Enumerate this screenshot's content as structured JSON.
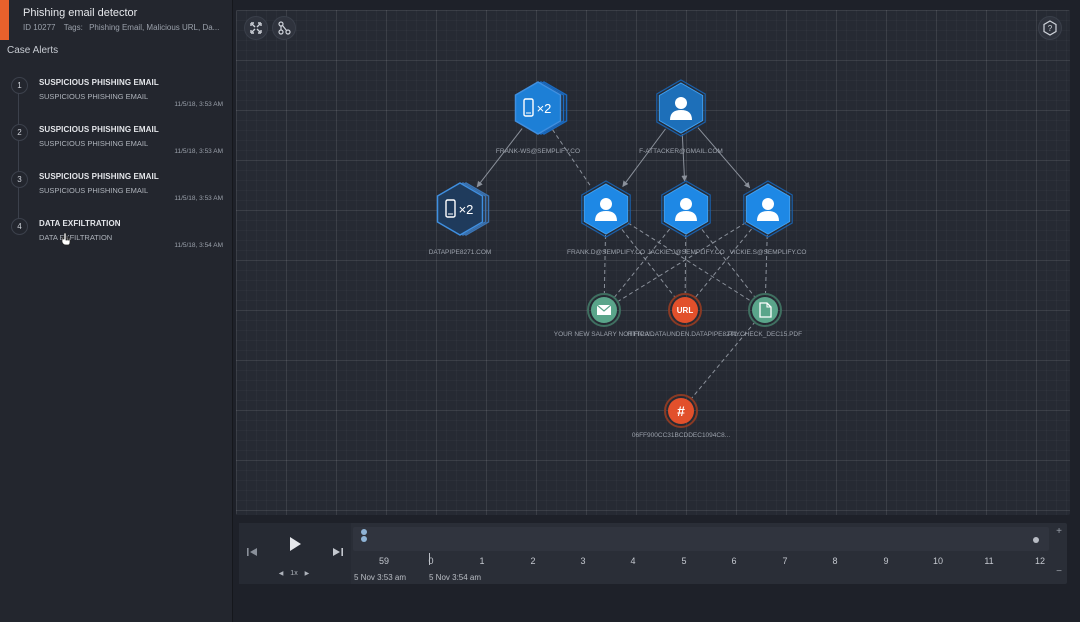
{
  "case": {
    "title": "Phishing email detector",
    "id": "ID 10277",
    "tags_label": "Tags:",
    "tags": "Phishing Email, Malicious URL, Da..."
  },
  "alerts_header": "Case Alerts",
  "alerts": [
    {
      "num": "1",
      "title": "SUSPICIOUS PHISHING EMAIL",
      "subtitle": "SUSPICIOUS PHISHING EMAIL",
      "time": "11/5/18, 3:53 AM"
    },
    {
      "num": "2",
      "title": "SUSPICIOUS PHISHING EMAIL",
      "subtitle": "SUSPICIOUS PHISHING EMAIL",
      "time": "11/5/18, 3:53 AM"
    },
    {
      "num": "3",
      "title": "SUSPICIOUS PHISHING EMAIL",
      "subtitle": "SUSPICIOUS PHISHING EMAIL",
      "time": "11/5/18, 3:53 AM"
    },
    {
      "num": "4",
      "title": "DATA EXFILTRATION",
      "subtitle": "DATA EXFILTRATION",
      "time": "11/5/18, 3:54 AM"
    }
  ],
  "graph": {
    "nodes": [
      {
        "id": "frank-ws",
        "kind": "device-group",
        "count": "×2",
        "label": "FRANK-WS@SEMPLIFY.CO",
        "color": "#1d7fd6"
      },
      {
        "id": "attacker",
        "kind": "user",
        "label": "F-ATTACKER@GMAIL.COM",
        "color": "#1d6fb9"
      },
      {
        "id": "datapipe",
        "kind": "device-group",
        "count": "×2",
        "label": "DATAPIPE8271.COM",
        "color": "#1f3b5c"
      },
      {
        "id": "frank",
        "kind": "user",
        "label": "FRANK.D@SEMPLIFY.CO",
        "color": "#1e88e5"
      },
      {
        "id": "jackie",
        "kind": "user",
        "label": "JACKIE.J@SEMPLIFY.CO",
        "color": "#1e88e5"
      },
      {
        "id": "vickie",
        "kind": "user",
        "label": "VICKIE.S@SEMPLIFY.CO",
        "color": "#1e88e5"
      },
      {
        "id": "email",
        "kind": "email",
        "label": "YOUR NEW SALARY NOTIFICA...",
        "color": "#5aa58a"
      },
      {
        "id": "url",
        "kind": "url",
        "label": "HTTP://DATAUNDEN.DATAPIPE8271...",
        "text": "URL",
        "color": "#e2502b"
      },
      {
        "id": "file",
        "kind": "file",
        "label": "PAYCHECK_DEC15.PDF",
        "color": "#5aa58a"
      },
      {
        "id": "hash",
        "kind": "hash",
        "label": "06FF900CC31BCDDEC1094C8...",
        "text": "#",
        "color": "#e2502b"
      }
    ],
    "edges": [
      {
        "from": "frank-ws",
        "to": "datapipe",
        "style": "solid"
      },
      {
        "from": "attacker",
        "to": "frank",
        "style": "solid"
      },
      {
        "from": "attacker",
        "to": "jackie",
        "style": "solid"
      },
      {
        "from": "attacker",
        "to": "vickie",
        "style": "solid"
      },
      {
        "from": "frank-ws",
        "to": "frank",
        "style": "dashed"
      },
      {
        "from": "frank",
        "to": "email",
        "style": "dashed"
      },
      {
        "from": "frank",
        "to": "url",
        "style": "dashed"
      },
      {
        "from": "frank",
        "to": "file",
        "style": "dashed"
      },
      {
        "from": "jackie",
        "to": "email",
        "style": "dashed"
      },
      {
        "from": "jackie",
        "to": "url",
        "style": "dashed"
      },
      {
        "from": "jackie",
        "to": "file",
        "style": "dashed"
      },
      {
        "from": "vickie",
        "to": "email",
        "style": "dashed"
      },
      {
        "from": "vickie",
        "to": "url",
        "style": "dashed"
      },
      {
        "from": "vickie",
        "to": "file",
        "style": "dashed"
      },
      {
        "from": "file",
        "to": "hash",
        "style": "dashed"
      }
    ]
  },
  "timeline": {
    "speed": "1x",
    "ticks": [
      "59",
      "0",
      "1",
      "2",
      "3",
      "4",
      "5",
      "6",
      "7",
      "8",
      "9",
      "10",
      "11",
      "12"
    ],
    "dates": [
      "5 Nov 3:53 am",
      "5 Nov 3:54 am"
    ]
  }
}
